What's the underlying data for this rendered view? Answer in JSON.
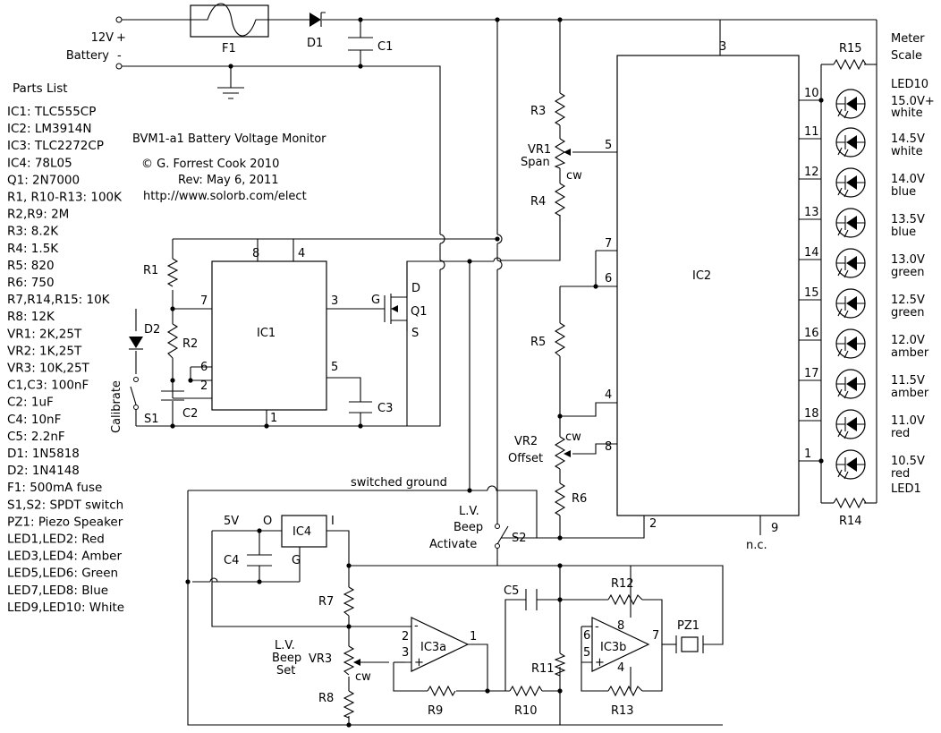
{
  "title": {
    "line1": "BVM1-a1  Battery Voltage Monitor",
    "line2": "© G. Forrest Cook  2010",
    "line3": "Rev: May 6, 2011",
    "line4": "http://www.solorb.com/elect"
  },
  "parts_header": "Parts List",
  "parts": [
    "IC1:  TLC555CP",
    "IC2:  LM3914N",
    "IC3:  TLC2272CP",
    "IC4: 78L05",
    "Q1: 2N7000",
    "R1, R10-R13: 100K",
    "R2,R9: 2M",
    "R3: 8.2K",
    "R4: 1.5K",
    "R5: 820",
    "R6: 750",
    "R7,R14,R15: 10K",
    "R8: 12K",
    "VR1: 2K,25T",
    "VR2: 1K,25T",
    "VR3: 10K,25T",
    "C1,C3: 100nF",
    "C2: 1uF",
    "C4: 10nF",
    "C5:  2.2nF",
    "D1: 1N5818",
    "D2: 1N4148",
    "F1: 500mA fuse",
    "S1,S2: SPDT switch",
    "PZ1: Piezo Speaker",
    "LED1,LED2: Red",
    "LED3,LED4: Amber",
    "LED5,LED6: Green",
    "LED7,LED8: Blue",
    "LED9,LED10: White"
  ],
  "battery": {
    "voltage": "12V",
    "name": "Battery",
    "plus": "+",
    "minus": "-"
  },
  "components": {
    "F1": "F1",
    "D1": "D1",
    "C1": "C1",
    "C2": "C2",
    "C3": "C3",
    "C4": "C4",
    "C5": "C5",
    "R1": "R1",
    "R2": "R2",
    "R3": "R3",
    "R4": "R4",
    "R5": "R5",
    "R6": "R6",
    "R7": "R7",
    "R8": "R8",
    "R9": "R9",
    "R10": "R10",
    "R11": "R11",
    "R12": "R12",
    "R13": "R13",
    "R14": "R14",
    "R15": "R15",
    "D2": "D2",
    "Q1": "Q1",
    "S1": "S1",
    "S2": "S2",
    "PZ1": "PZ1",
    "IC1": "IC1",
    "IC2": "IC2",
    "IC3a": "IC3a",
    "IC3b": "IC3b",
    "IC4": "IC4",
    "VR1": "VR1",
    "VR1_sub": "Span",
    "VR2": "VR2",
    "VR2_sub": "Offset",
    "VR3": "VR3",
    "cw": "cw",
    "calibrate": "Calibrate",
    "q_g": "G",
    "q_d": "D",
    "q_s": "S",
    "ic4_5v": "5V",
    "ic4_o": "O",
    "ic4_i": "I",
    "ic4_g": "G",
    "lv_beep_set": [
      "L.V.",
      "Beep",
      "Set"
    ],
    "lv_beep_activate": [
      "L.V.",
      "Beep",
      "Activate"
    ],
    "switched_ground": "switched ground",
    "nc": "n.c."
  },
  "pins": {
    "ic1": {
      "p8": "8",
      "p4": "4",
      "p7": "7",
      "p3": "3",
      "p6": "6",
      "p2": "2",
      "p5": "5",
      "p1": "1"
    },
    "ic2": {
      "p3": "3",
      "p5": "5",
      "p7": "7",
      "p6": "6",
      "p4": "4",
      "p8": "8",
      "p2": "2",
      "p9": "9",
      "p10": "10",
      "p11": "11",
      "p12": "12",
      "p13": "13",
      "p14": "14",
      "p15": "15",
      "p16": "16",
      "p17": "17",
      "p18": "18",
      "p1": "1"
    },
    "ic3a": {
      "p2": "2",
      "p3": "3",
      "p1": "1",
      "minus": "-",
      "plus": "+"
    },
    "ic3b": {
      "p6": "6",
      "p5": "5",
      "p7": "7",
      "p8": "8",
      "p4": "4",
      "minus": "-",
      "plus": "+"
    }
  },
  "meter": {
    "header1": "Meter",
    "header2": "Scale",
    "top_label": "LED10",
    "bottom_label": "LED1",
    "leds": [
      {
        "voltage": "15.0V+",
        "color": "white"
      },
      {
        "voltage": "14.5V",
        "color": "white"
      },
      {
        "voltage": "14.0V",
        "color": "blue"
      },
      {
        "voltage": "13.5V",
        "color": "blue"
      },
      {
        "voltage": "13.0V",
        "color": "green"
      },
      {
        "voltage": "12.5V",
        "color": "green"
      },
      {
        "voltage": "12.0V",
        "color": "amber"
      },
      {
        "voltage": "11.5V",
        "color": "amber"
      },
      {
        "voltage": "11.0V",
        "color": "red"
      },
      {
        "voltage": "10.5V",
        "color": "red"
      }
    ]
  }
}
